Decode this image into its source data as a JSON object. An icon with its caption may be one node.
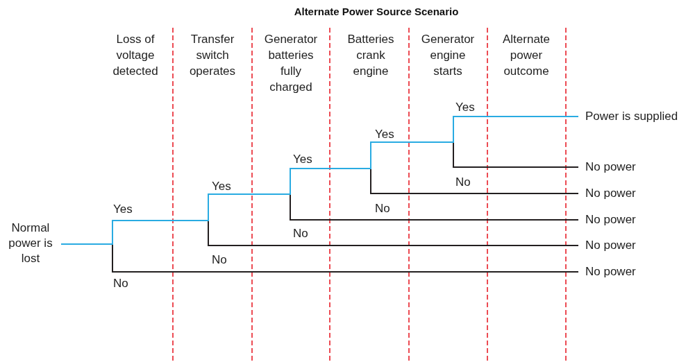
{
  "diagram": {
    "title": "Alternate Power Source Scenario",
    "nodes": [
      {
        "text": [
          "Normal power is lost"
        ]
      },
      {
        "text": [
          "Power is supplied"
        ]
      },
      {
        "text": [
          "No power"
        ]
      },
      {
        "text": [
          "No power"
        ]
      },
      {
        "text": [
          "No power"
        ]
      },
      {
        "text": [
          "No power"
        ]
      },
      {
        "text": [
          "No power"
        ]
      }
    ],
    "edges": [
      {
        "from": 0,
        "to": 2,
        "arrow": "none"
      },
      {
        "from": 0,
        "to": 3,
        "arrow": "none"
      },
      {
        "from": 0,
        "to": 4,
        "arrow": "none"
      },
      {
        "from": 0,
        "to": 5,
        "arrow": "none"
      },
      {
        "from": 0,
        "to": 6,
        "arrow": "none"
      },
      {
        "from": 0,
        "to": 1,
        "arrow": "none",
        "color": "#29abe2"
      }
    ],
    "labels": [
      "Loss of voltage detected",
      "Transfer switch operates",
      "Generator batteries fully charged",
      "Batteries crank engine",
      "Generator engine starts",
      "Alternate power outcome",
      "Yes",
      "Yes",
      "Yes",
      "No",
      "Yes",
      "Yes",
      "No",
      "No",
      "No",
      "No"
    ]
  }
}
